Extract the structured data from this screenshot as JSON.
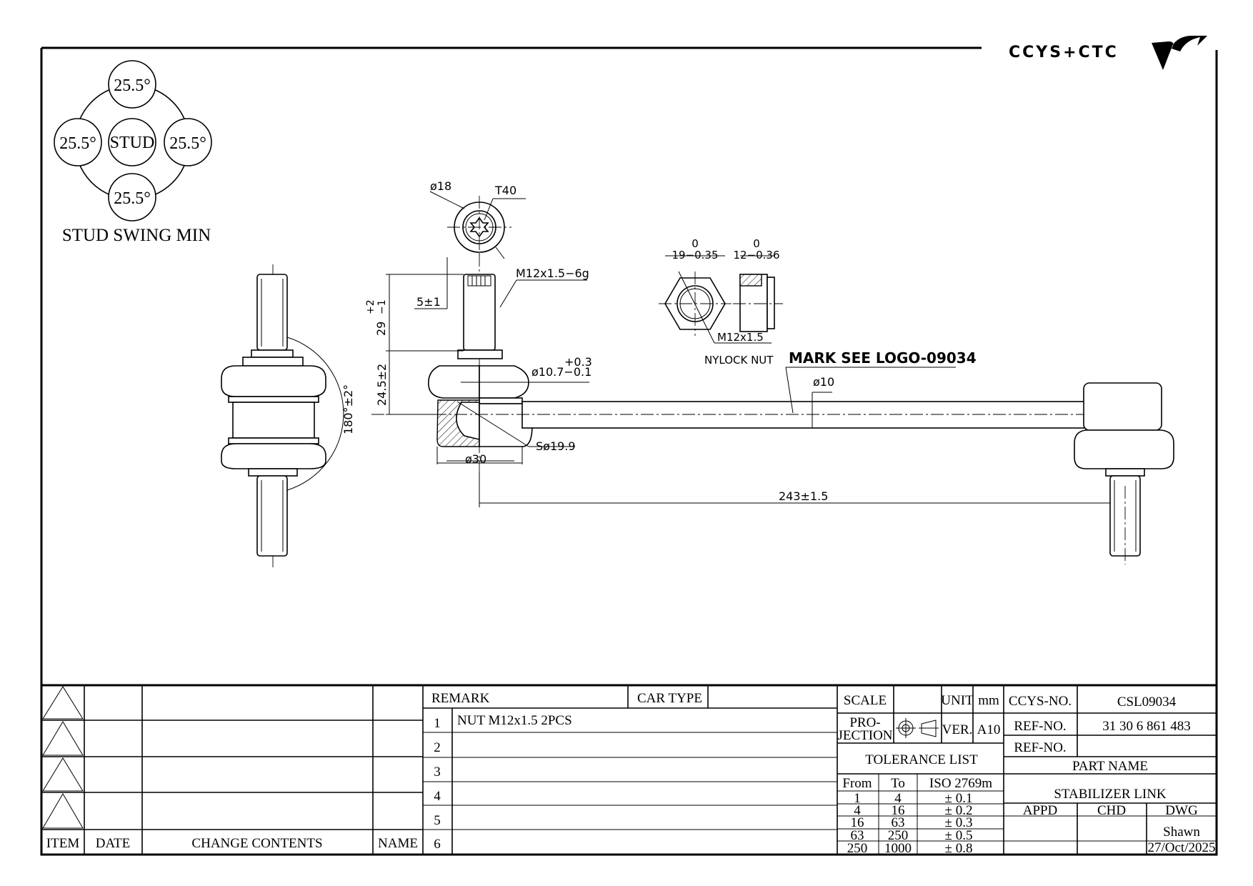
{
  "logo": {
    "text": "CCYS+CTC"
  },
  "swing_diagram": {
    "center_label": "STUD",
    "angles": [
      "25.5°",
      "25.5°",
      "25.5°",
      "25.5°"
    ],
    "caption": "STUD SWING MIN"
  },
  "dimensions": {
    "stud_angle": "180°±2°",
    "head_dia": "ø18",
    "torx": "T40",
    "thread": "M12x1.5−6g",
    "hex_depth": "5±1",
    "stud_length": "29",
    "stud_length_upper": "+2",
    "stud_length_lower": "−1",
    "ball_height": "24.5±2",
    "boot_dia_upper": "+0.3",
    "boot_dia": "ø10.7−0.1",
    "ball_dia": "Sø19.9",
    "housing_dia": "ø30",
    "center_distance": "243±1.5",
    "bar_dia": "ø10"
  },
  "nut": {
    "width_upper": "0",
    "width": "19−0.35",
    "height_upper": "0",
    "height": "12−0.36",
    "thread": "M12x1.5",
    "label": "NYLOCK  NUT"
  },
  "mark_note": "MARK SEE LOGO-09034",
  "revision_table": {
    "headers": [
      "ITEM",
      "DATE",
      "CHANGE CONTENTS",
      "NAME"
    ],
    "rows": 4
  },
  "remark": {
    "header": "REMARK",
    "car_type_label": "CAR TYPE",
    "car_type_value": "",
    "items": [
      {
        "no": "1",
        "text": "NUT M12x1.5 2PCS"
      },
      {
        "no": "2",
        "text": ""
      },
      {
        "no": "3",
        "text": ""
      },
      {
        "no": "4",
        "text": ""
      },
      {
        "no": "5",
        "text": ""
      },
      {
        "no": "6",
        "text": ""
      }
    ]
  },
  "title_block": {
    "scale_label": "SCALE",
    "scale_value": "",
    "unit_label": "UNIT",
    "unit_value": "mm",
    "projection_label_1": "PRO-",
    "projection_label_2": "JECTION",
    "ver_label": "VER.",
    "ver_value": "A10",
    "tolerance_title": "TOLERANCE LIST",
    "tolerance_headers": [
      "From",
      "To",
      "ISO 2769m"
    ],
    "tolerance_rows": [
      [
        "1",
        "4",
        "± 0.1"
      ],
      [
        "4",
        "16",
        "± 0.2"
      ],
      [
        "16",
        "63",
        "± 0.3"
      ],
      [
        "63",
        "250",
        "± 0.5"
      ],
      [
        "250",
        "1000",
        "± 0.8"
      ]
    ],
    "ccys_no_label": "CCYS-NO.",
    "ccys_no": "CSL09034",
    "ref_no_label": "REF-NO.",
    "ref_no": "31 30 6 861 483",
    "ref_no2_label": "REF-NO.",
    "ref_no2": "",
    "part_name_label": "PART NAME",
    "part_name": "STABILIZER LINK",
    "appd_label": "APPD",
    "chd_label": "CHD",
    "dwg_label": "DWG",
    "drawn_by": "Shawn",
    "date": "27/Oct/2025"
  }
}
